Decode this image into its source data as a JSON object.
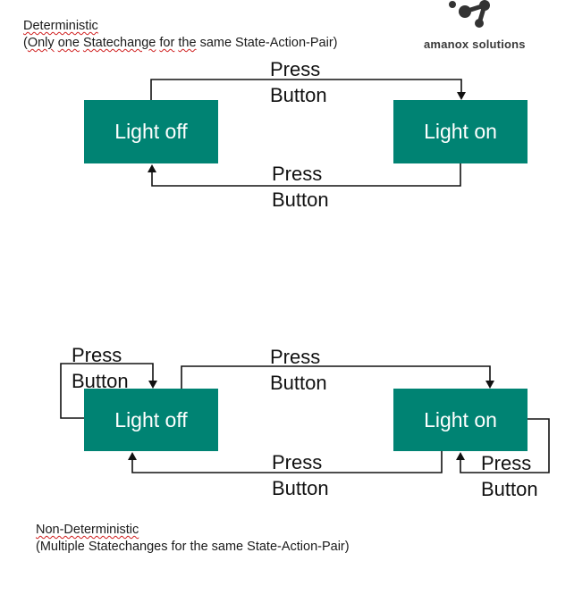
{
  "logo": {
    "text": "amanox solutions",
    "color": "#333333"
  },
  "deterministic": {
    "title": "Deterministic",
    "subtitle_prefix": "(",
    "subtitle_words": [
      "Only",
      "one",
      "Statechange",
      "for",
      "the",
      "same State-Action-Pair)"
    ],
    "states": {
      "off": "Light off",
      "on": "Light on"
    },
    "transitions": [
      {
        "from": "Light off",
        "to": "Light on",
        "label_line1": "Press",
        "label_line2": "Button"
      },
      {
        "from": "Light on",
        "to": "Light off",
        "label_line1": "Press",
        "label_line2": "Button"
      }
    ]
  },
  "nondeterministic": {
    "title": "Non-Deterministic",
    "subtitle": "(Multiple Statechanges for the same State-Action-Pair)",
    "states": {
      "off": "Light off",
      "on": "Light on"
    },
    "transitions": [
      {
        "from": "Light off",
        "to": "Light off",
        "label_line1": "Press",
        "label_line2": "Button"
      },
      {
        "from": "Light off",
        "to": "Light on",
        "label_line1": "Press",
        "label_line2": "Button"
      },
      {
        "from": "Light on",
        "to": "Light off",
        "label_line1": "Press",
        "label_line2": "Button"
      },
      {
        "from": "Light on",
        "to": "Light on",
        "label_line1": "Press",
        "label_line2": "Button"
      }
    ]
  },
  "colors": {
    "state_fill": "#008373",
    "state_text": "#ffffff",
    "arrow": "#111111",
    "spellcheck_underline": "#d02020"
  }
}
